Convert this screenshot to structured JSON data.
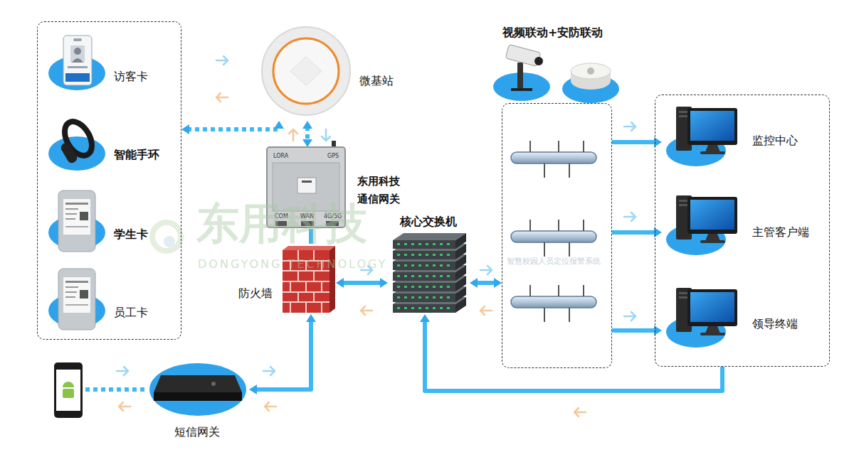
{
  "diagram": {
    "nodes": [
      {
        "text": []
      },
      {
        "text": [
          "访客卡"
        ],
        "in": 0
      },
      {
        "text": [
          "智能手环"
        ],
        "in": 0
      },
      {
        "text": [
          "学生卡"
        ],
        "in": 0
      },
      {
        "text": [
          "员工卡"
        ],
        "in": 0
      },
      {
        "text": [
          "微基站"
        ]
      },
      {
        "text": [
          "东用科技 通信网关"
        ]
      },
      {
        "text": [
          "防火墙"
        ]
      },
      {
        "text": [
          "核心交换机"
        ]
      },
      {
        "text": [
          "视频联动+安防联动"
        ]
      },
      {
        "text": []
      },
      {
        "text": [
          "监控中心"
        ],
        "in": 10
      },
      {
        "text": [
          "主管客户端"
        ],
        "in": 10
      },
      {
        "text": [
          "领导终端"
        ],
        "in": 10
      },
      {
        "text": [
          "短信网关"
        ]
      }
    ],
    "edges": [
      {
        "from": 0,
        "to": 5,
        "arrow": "both"
      },
      {
        "from": 5,
        "to": 6,
        "arrow": "both"
      },
      {
        "from": 6,
        "to": 7,
        "arrow": "none"
      },
      {
        "from": 7,
        "to": 8,
        "arrow": "both"
      },
      {
        "from": 8,
        "to": 9,
        "arrow": "both"
      },
      {
        "from": 9,
        "to": 11,
        "arrow": "to"
      },
      {
        "from": 9,
        "to": 12,
        "arrow": "to"
      },
      {
        "from": 9,
        "to": 13,
        "arrow": "to"
      },
      {
        "from": 10,
        "to": 8,
        "arrow": "to"
      },
      {
        "from": 7,
        "to": 14,
        "arrow": "both"
      }
    ],
    "labels": [
      "LORA",
      "GPS",
      "COM",
      "WAN",
      "4G/5G",
      "东用科技",
      "DONGYONG TECHNOLOGY",
      "智慧校园人员定位报警系统"
    ]
  }
}
